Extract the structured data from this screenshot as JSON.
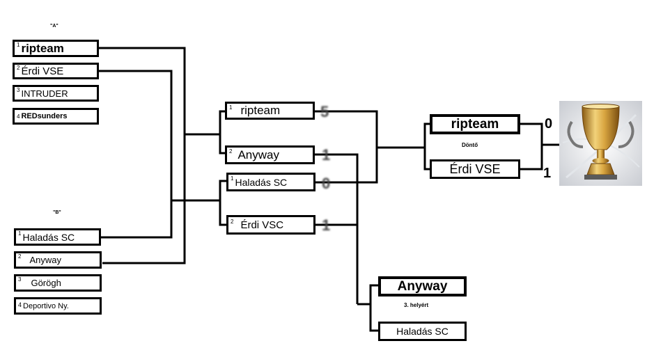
{
  "group_a": {
    "label": "\"A\"",
    "teams": [
      {
        "seed": "1",
        "name": "ripteam"
      },
      {
        "seed": "2",
        "name": "Érdi VSE"
      },
      {
        "seed": "3",
        "name": "INTRUDER"
      },
      {
        "seed": "4",
        "name": "REDsunders"
      }
    ]
  },
  "group_b": {
    "label": "\"B\"",
    "teams": [
      {
        "seed": "1",
        "name": "Haladás SC"
      },
      {
        "seed": "2",
        "name": "Anyway"
      },
      {
        "seed": "3",
        "name": "Görögh"
      },
      {
        "seed": "4",
        "name": "Deportivo Ny."
      }
    ]
  },
  "semifinals": [
    {
      "seed": "1",
      "name": "ripteam",
      "score": "5"
    },
    {
      "seed": "2",
      "name": "Anyway",
      "score": "1"
    },
    {
      "seed": "1",
      "name": "Haladás SC",
      "score": "0"
    },
    {
      "seed": "2",
      "name": "Érdi VSC",
      "score": "1"
    }
  ],
  "final": {
    "caption": "Döntő",
    "teams": [
      {
        "name": "ripteam",
        "score": "0"
      },
      {
        "name": "Érdi VSE",
        "score": "1"
      }
    ]
  },
  "third_place": {
    "caption": "3. helyért",
    "teams": [
      {
        "name": "Anyway"
      },
      {
        "name": "Haladás SC"
      }
    ]
  },
  "colors": {
    "line": "#000000",
    "trophy_gold": "#c8982e"
  }
}
